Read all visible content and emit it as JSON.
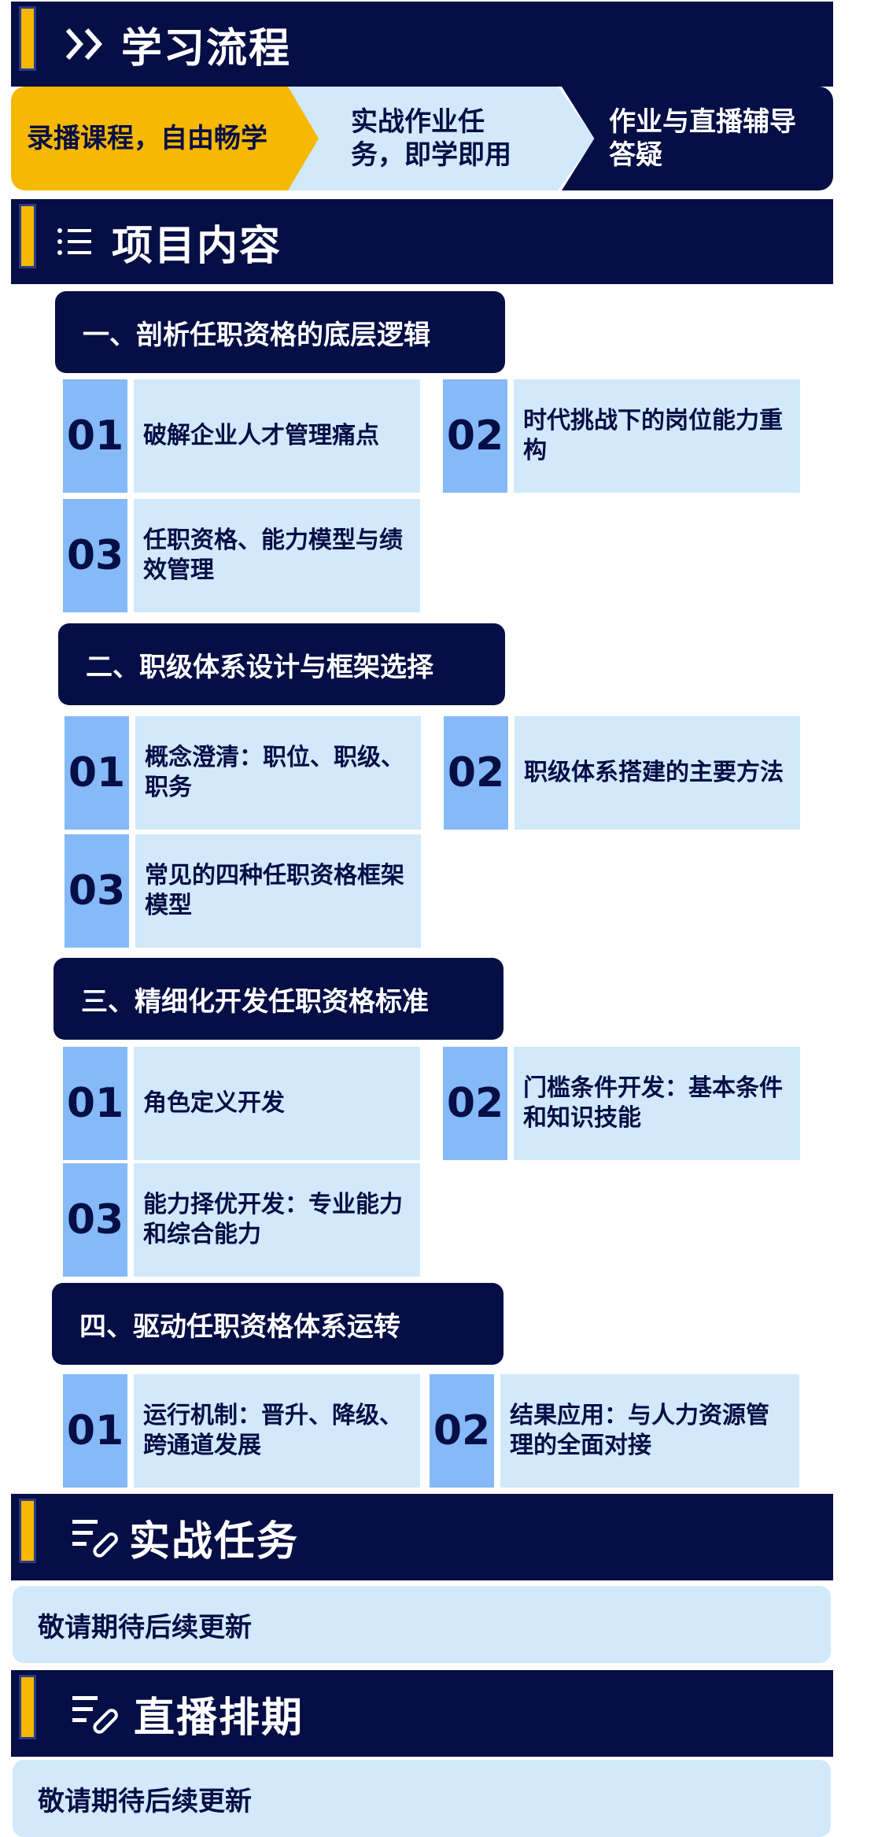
{
  "learning_flow": {
    "title": "学习流程",
    "steps": [
      {
        "label": "录播课程，自由畅学"
      },
      {
        "label": "实战作业任务，即学即用"
      },
      {
        "label": "作业与直播辅导答疑"
      }
    ]
  },
  "project": {
    "title": "项目内容",
    "sections": [
      {
        "heading": "一、剖析任职资格的底层逻辑",
        "items": [
          {
            "num": "01",
            "text": "破解企业人才管理痛点"
          },
          {
            "num": "02",
            "text": "时代挑战下的岗位能力重构"
          },
          {
            "num": "03",
            "text": "任职资格、能力模型与绩效管理"
          }
        ]
      },
      {
        "heading": "二、职级体系设计与框架选择",
        "items": [
          {
            "num": "01",
            "text": "概念澄清：职位、职级、职务"
          },
          {
            "num": "02",
            "text": "职级体系搭建的主要方法"
          },
          {
            "num": "03",
            "text": "常见的四种任职资格框架模型"
          }
        ]
      },
      {
        "heading": "三、精细化开发任职资格标准",
        "items": [
          {
            "num": "01",
            "text": "角色定义开发"
          },
          {
            "num": "02",
            "text": "门槛条件开发：基本条件和知识技能"
          },
          {
            "num": "03",
            "text": "能力择优开发：专业能力和综合能力"
          }
        ]
      },
      {
        "heading": "四、驱动任职资格体系运转",
        "items": [
          {
            "num": "01",
            "text": "运行机制：晋升、降级、跨通道发展"
          },
          {
            "num": "02",
            "text": "结果应用：与人力资源管理的全面对接"
          }
        ]
      }
    ]
  },
  "practice": {
    "title": "实战任务",
    "notice": "敬请期待后续更新"
  },
  "live": {
    "title": "直播排期",
    "notice": "敬请期待后续更新"
  },
  "colors": {
    "navy": "#050e45",
    "gold": "#f6b800",
    "light_blue": "#d1e9fb",
    "mid_blue": "#85b9f8"
  },
  "icons": [
    "double-chevron-right-icon",
    "list-icon",
    "edit-list-icon"
  ]
}
